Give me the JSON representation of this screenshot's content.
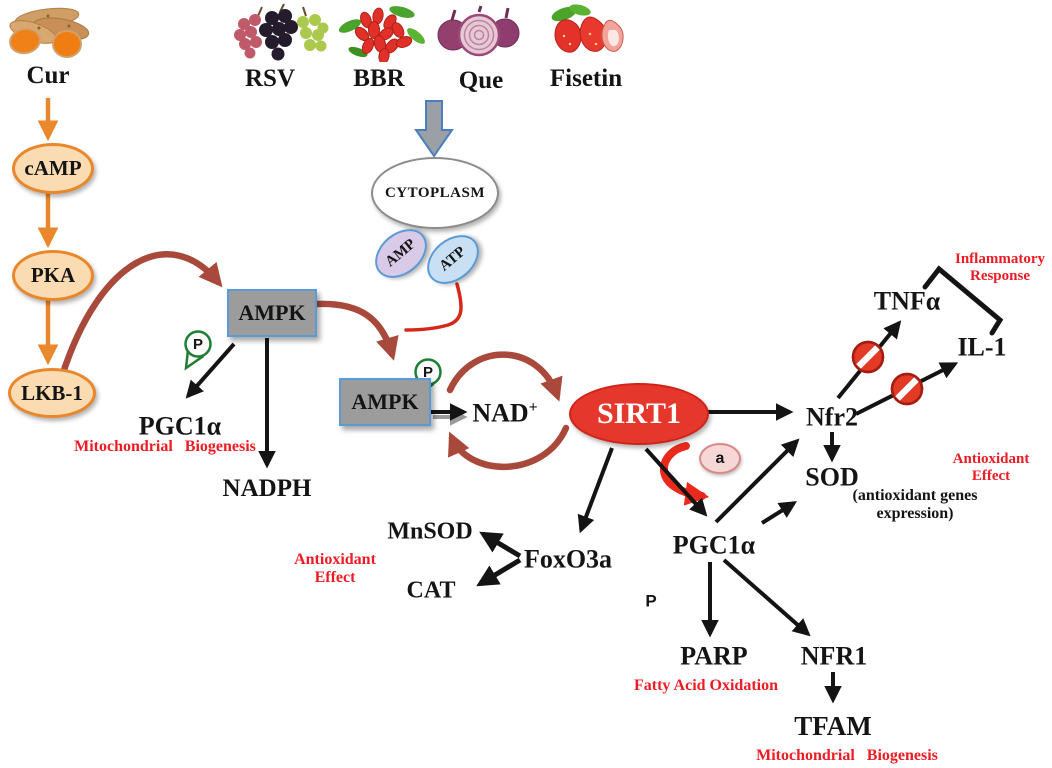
{
  "compounds": [
    {
      "label": "Cur",
      "icon": "turmeric-icon"
    },
    {
      "label": "RSV",
      "icon": "grapes-icon"
    },
    {
      "label": "BBR",
      "icon": "barberry-icon"
    },
    {
      "label": "Que",
      "icon": "onion-icon"
    },
    {
      "label": "Fisetin",
      "icon": "strawberry-icon"
    }
  ],
  "nodes": {
    "camp": "cAMP",
    "pka": "PKA",
    "lkb1": "LKB-1",
    "cytoplasm": "CYTOPLASM",
    "amp": "AMP",
    "atp": "ATP",
    "ampk": "AMPK",
    "phospho": "P",
    "acetyl": "a",
    "nad": "NAD",
    "nad_sup": "+",
    "sirt1": "SIRT1",
    "pgc1a": "PGC1α",
    "nadph": "NADPH",
    "foxo3a": "FoxO3a",
    "mnsod": "MnSOD",
    "cat": "CAT",
    "parp": "PARP",
    "nfr1": "NFR1",
    "tfam": "TFAM",
    "nfr2": "Nfr2",
    "sod": "SOD",
    "sod_note": "(antioxidant genes expression)",
    "tnfa": "TNFα",
    "il1": "IL-1"
  },
  "annotations": {
    "mitochondrial_biogenesis": "Mitochondrial   Biogenesis",
    "antioxidant_effect": "Antioxidant\nEffect",
    "inflammatory_response": "Inflammatory\nResponse",
    "fatty_acid_oxidation": "Fatty Acid Oxidation"
  },
  "icons": {
    "inhibition": "inhibition-icon",
    "phospho_badge": "phospho-badge-icon",
    "entry_arrow": "cytoplasm-entry-arrow-icon"
  },
  "colors": {
    "red_text": "#ed1c24",
    "sirt1_fill": "#e5372b",
    "dark_red_arrow": "#a8493c",
    "bright_red_arrow": "#e8291c",
    "orange": "#e8872b",
    "blue_border": "#5b9bd5",
    "gray_fill": "#9c9c9c"
  }
}
